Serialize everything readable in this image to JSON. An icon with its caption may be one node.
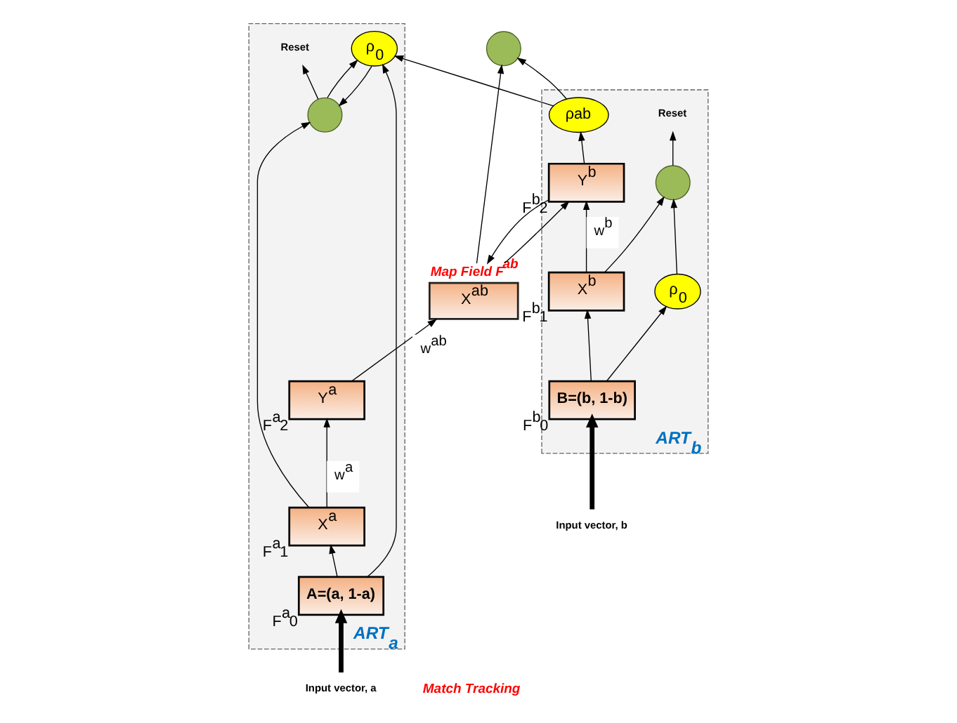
{
  "diagram": {
    "nodes": [
      {
        "text": [
          "ART$_{a}$"
        ]
      },
      {
        "text": [
          "Y$^{a}$"
        ],
        "in": 0,
        "beside": [
          "F$^{a}$2"
        ]
      },
      {
        "text": [
          "X$^{a}$"
        ],
        "in": 0,
        "beside": [
          "F$^{a}$1"
        ]
      },
      {
        "text": [],
        "shape": "circle",
        "in": 0
      },
      {
        "text": [
          "A=(a, 1-a)"
        ],
        "in": 0,
        "beside": [
          "F$^{a}$0"
        ]
      },
      {
        "text": [
          "ρ$_{0}$"
        ],
        "in": 0
      },
      {
        "text": [
          "Reset"
        ],
        "in": 0
      },
      {
        "text": [
          "Map Field F$^{ab}$",
          "X$^{ab}$"
        ]
      },
      {
        "text": [],
        "shape": "circle"
      },
      {
        "text": [
          "ART$_{b}$"
        ]
      },
      {
        "text": [
          "ρab"
        ],
        "in": 9
      },
      {
        "text": [
          "Y$^{b}$"
        ],
        "in": 9,
        "beside": [
          "F$^{b}$2"
        ]
      },
      {
        "text": [],
        "shape": "circle",
        "in": 9
      },
      {
        "text": [
          "X$^{b}$"
        ],
        "in": 9,
        "beside": [
          "F$^{b}$1"
        ]
      },
      {
        "text": [
          "ρ$_{0}$"
        ],
        "in": 9
      },
      {
        "text": [
          "B=(b, 1-b)"
        ],
        "in": 9,
        "beside": [
          "F$^{b}$0"
        ]
      },
      {
        "text": [
          "Reset"
        ],
        "in": 9
      },
      {
        "text": [
          "Input vector, a"
        ]
      },
      {
        "text": [
          "Input vector, b"
        ]
      }
    ],
    "edges": [
      {
        "from": 17,
        "to": 4,
        "arrow": "to",
        "style": "thick"
      },
      {
        "from": 4,
        "to": 2,
        "arrow": "to"
      },
      {
        "from": 2,
        "to": 1,
        "arrow": "to",
        "label": "w$^{a}$"
      },
      {
        "from": 1,
        "to": 7,
        "arrow": "to",
        "label": "w$^{ab}$"
      },
      {
        "from": 2,
        "to": 3,
        "arrow": "to"
      },
      {
        "from": 4,
        "to": 5,
        "arrow": "to"
      },
      {
        "from": 5,
        "to": 3,
        "arrow": "to"
      },
      {
        "from": 3,
        "to": 6,
        "arrow": "to"
      },
      {
        "from": 3,
        "to": 5,
        "arrow": "to"
      },
      {
        "from": 10,
        "to": 5,
        "arrow": "to"
      },
      {
        "from": 7,
        "to": 8,
        "arrow": "to"
      },
      {
        "from": 10,
        "to": 8,
        "arrow": "to"
      },
      {
        "from": 11,
        "to": 10,
        "arrow": "to"
      },
      {
        "from": 11,
        "to": 7,
        "arrow": "to"
      },
      {
        "from": 7,
        "to": 11,
        "arrow": "to"
      },
      {
        "from": 18,
        "to": 15,
        "arrow": "to",
        "style": "thick"
      },
      {
        "from": 15,
        "to": 13,
        "arrow": "to"
      },
      {
        "from": 13,
        "to": 11,
        "arrow": "to",
        "label": "w$^{b}$"
      },
      {
        "from": 13,
        "to": 12,
        "arrow": "to"
      },
      {
        "from": 15,
        "to": 14,
        "arrow": "to"
      },
      {
        "from": 14,
        "to": 12,
        "arrow": "to"
      },
      {
        "from": 12,
        "to": 16,
        "arrow": "to"
      }
    ],
    "labels": [
      "Match Tracking"
    ]
  }
}
